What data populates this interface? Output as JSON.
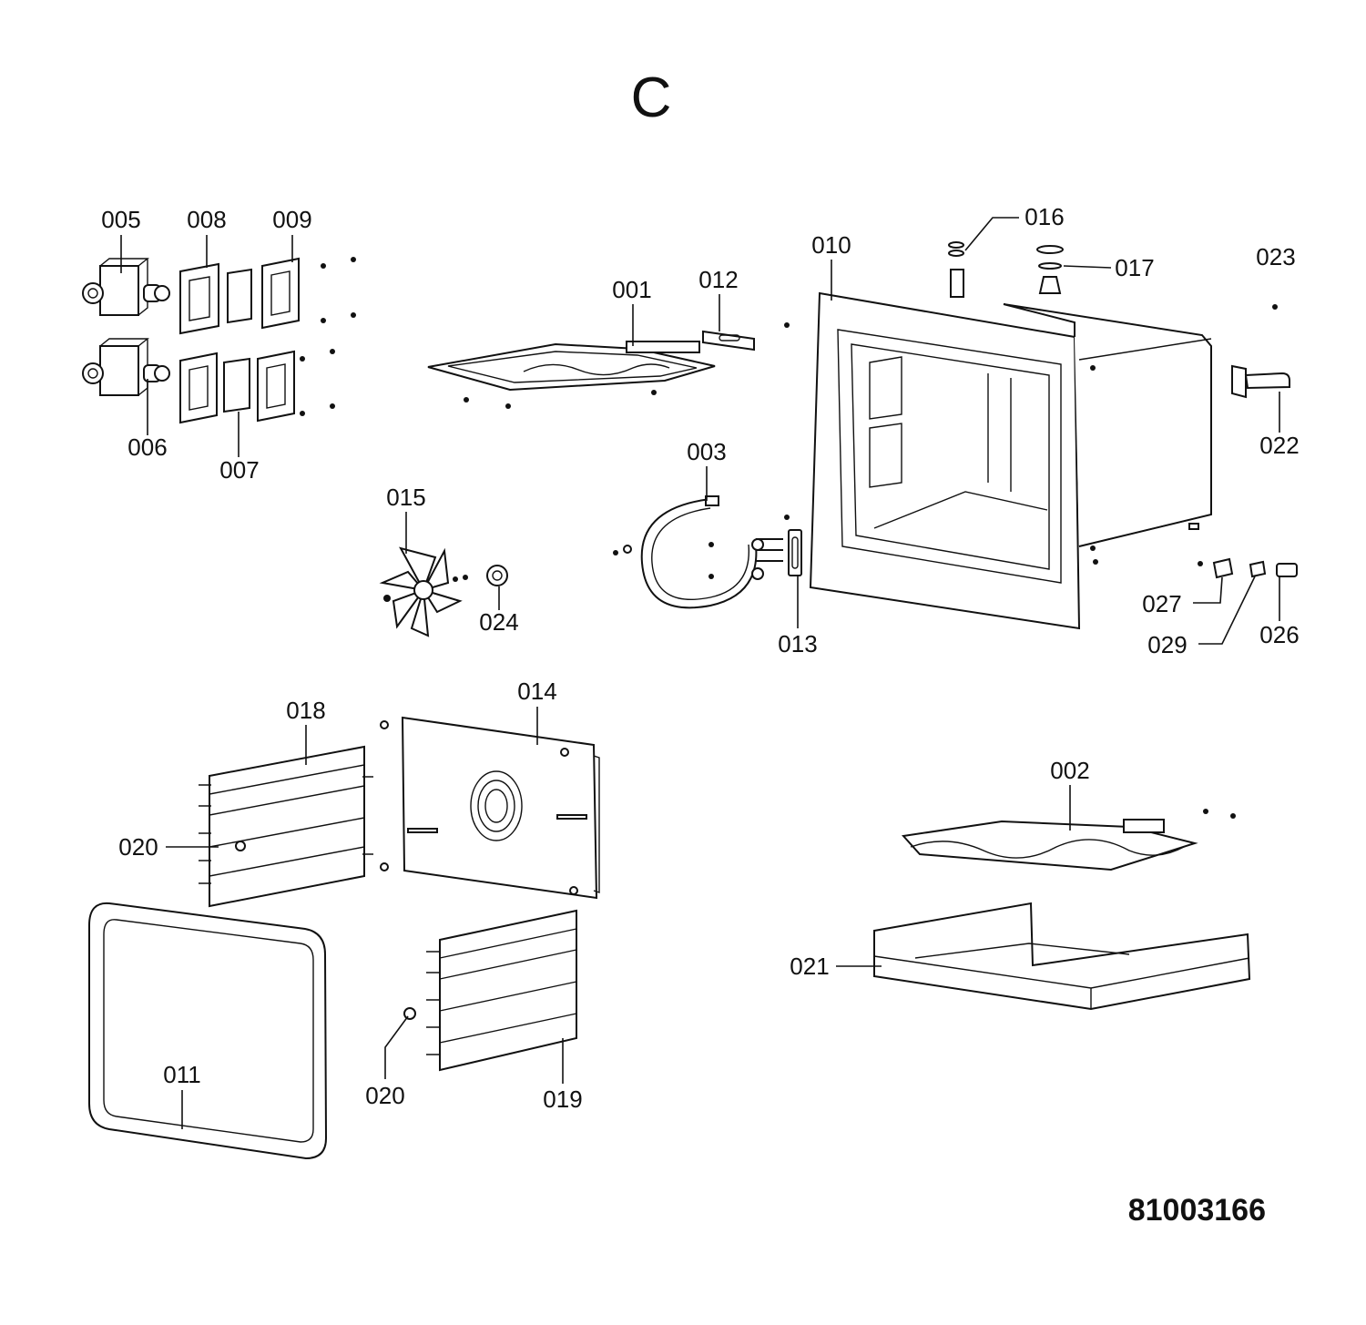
{
  "diagram": {
    "section_letter": "C",
    "drawing_number": "81003166",
    "parts": [
      {
        "key": "p005",
        "label": "005"
      },
      {
        "key": "p008",
        "label": "008"
      },
      {
        "key": "p009",
        "label": "009"
      },
      {
        "key": "p006",
        "label": "006"
      },
      {
        "key": "p007",
        "label": "007"
      },
      {
        "key": "p001",
        "label": "001"
      },
      {
        "key": "p012",
        "label": "012"
      },
      {
        "key": "p010",
        "label": "010"
      },
      {
        "key": "p016",
        "label": "016"
      },
      {
        "key": "p017",
        "label": "017"
      },
      {
        "key": "p023",
        "label": "023"
      },
      {
        "key": "p022",
        "label": "022"
      },
      {
        "key": "p003",
        "label": "003"
      },
      {
        "key": "p015",
        "label": "015"
      },
      {
        "key": "p024",
        "label": "024"
      },
      {
        "key": "p013",
        "label": "013"
      },
      {
        "key": "p027",
        "label": "027"
      },
      {
        "key": "p029",
        "label": "029"
      },
      {
        "key": "p026",
        "label": "026"
      },
      {
        "key": "p018",
        "label": "018"
      },
      {
        "key": "p014",
        "label": "014"
      },
      {
        "key": "p020a",
        "label": "020"
      },
      {
        "key": "p002",
        "label": "002"
      },
      {
        "key": "p021",
        "label": "021"
      },
      {
        "key": "p011",
        "label": "011"
      },
      {
        "key": "p020b",
        "label": "020"
      },
      {
        "key": "p019",
        "label": "019"
      }
    ]
  }
}
